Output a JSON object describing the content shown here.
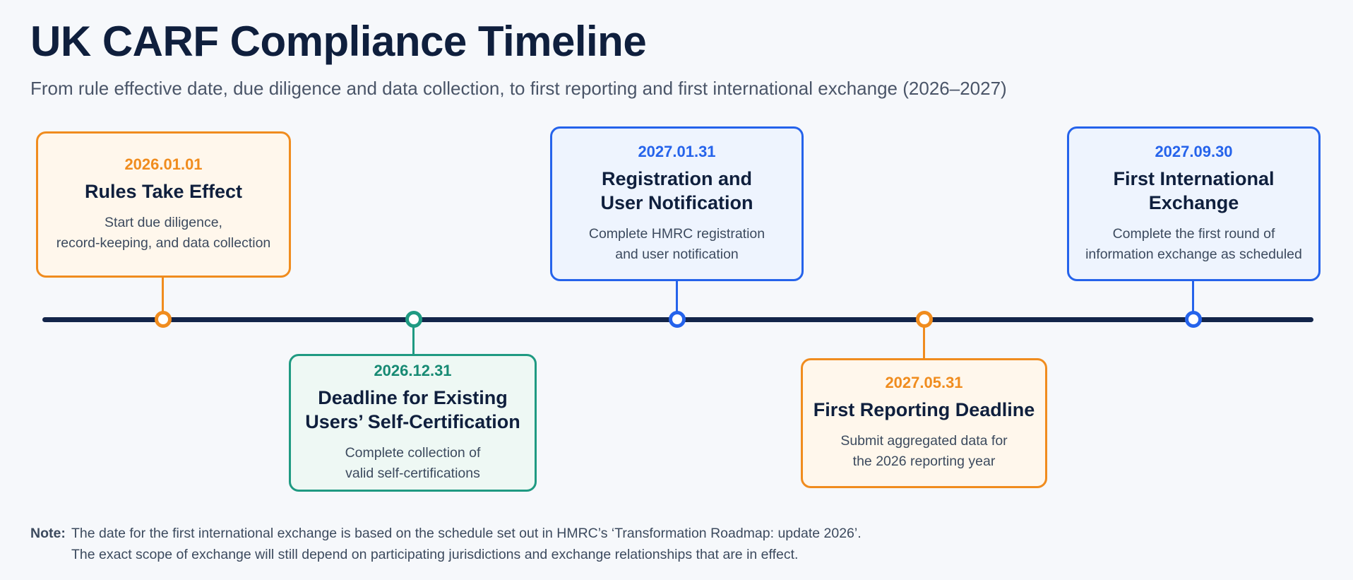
{
  "title": "UK CARF Compliance Timeline",
  "subtitle": "From rule effective date, due diligence and data collection, to first reporting and first international exchange (2026–2027)",
  "colors": {
    "axis": "#13254a",
    "orange": "#f08c1e",
    "teal": "#1f9a82",
    "blue": "#2563eb"
  },
  "milestones": [
    {
      "date": "2026.01.01",
      "heading_lines": [
        "Rules Take Effect"
      ],
      "body_lines": [
        "Start due diligence,",
        "record-keeping, and data collection"
      ],
      "color": "orange",
      "position": "above"
    },
    {
      "date": "2026.12.31",
      "heading_lines": [
        "Deadline for Existing",
        "Users’ Self-Certification"
      ],
      "body_lines": [
        "Complete collection of",
        "valid self-certifications"
      ],
      "color": "teal",
      "position": "below"
    },
    {
      "date": "2027.01.31",
      "heading_lines": [
        "Registration and",
        "User Notification"
      ],
      "body_lines": [
        "Complete HMRC registration",
        "and user notification"
      ],
      "color": "blue",
      "position": "above"
    },
    {
      "date": "2027.05.31",
      "heading_lines": [
        "First Reporting Deadline"
      ],
      "body_lines": [
        "Submit aggregated data for",
        "the 2026 reporting year"
      ],
      "color": "orange",
      "position": "below"
    },
    {
      "date": "2027.09.30",
      "heading_lines": [
        "First International",
        "Exchange"
      ],
      "body_lines": [
        "Complete the first round of",
        "information exchange as scheduled"
      ],
      "color": "blue",
      "position": "above"
    }
  ],
  "note": {
    "label": "Note:",
    "line1": "The date for the first international exchange is based on the schedule set out in HMRC’s ‘Transformation Roadmap: update 2026’.",
    "line2": "The exact scope of exchange will still depend on participating jurisdictions and exchange relationships that are in effect."
  }
}
